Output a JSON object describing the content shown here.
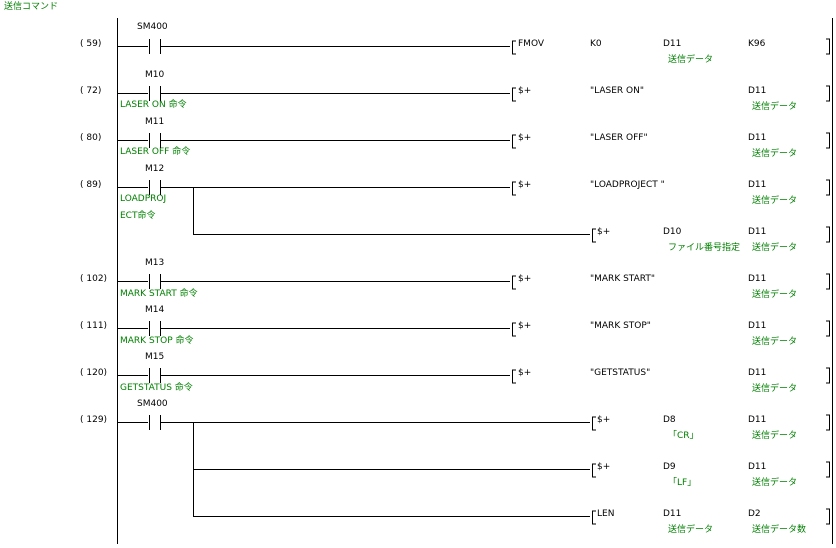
{
  "header": {
    "title": "送信コマンド"
  },
  "colors": {
    "comment": "#008000",
    "text": "#000000",
    "line": "#000000",
    "background": "#ffffff"
  },
  "rungs": [
    {
      "step": "(  59)",
      "contact": "SM400",
      "comment": "",
      "instructions": [
        {
          "op": "FMOV",
          "args": [
            {
              "v": "K0",
              "c": ""
            },
            {
              "v": "D11",
              "c": "送信データ"
            },
            {
              "v": "K96",
              "c": ""
            }
          ]
        }
      ]
    },
    {
      "step": "(  72)",
      "contact": "M10",
      "comment": "LASER ON 命令",
      "instructions": [
        {
          "op": "$+",
          "args": [
            {
              "v": "\"LASER ON\"",
              "c": ""
            },
            {
              "v": "D11",
              "c": "送信データ"
            }
          ]
        }
      ]
    },
    {
      "step": "(  80)",
      "contact": "M11",
      "comment": "LASER OFF 命令",
      "instructions": [
        {
          "op": "$+",
          "args": [
            {
              "v": "\"LASER OFF\"",
              "c": ""
            },
            {
              "v": "D11",
              "c": "送信データ"
            }
          ]
        }
      ]
    },
    {
      "step": "(  89)",
      "contact": "M12",
      "comment": "LOADPROJ",
      "comment2": "ECT命令",
      "instructions": [
        {
          "op": "$+",
          "args": [
            {
              "v": "\"LOADPROJECT \"",
              "c": ""
            },
            {
              "v": "D11",
              "c": "送信データ"
            }
          ]
        },
        {
          "op": "$+",
          "args": [
            {
              "v": "D10",
              "c": "ファイル番号指定"
            },
            {
              "v": "D11",
              "c": "送信データ"
            }
          ]
        }
      ]
    },
    {
      "step": "( 102)",
      "contact": "M13",
      "comment": "MARK START 命令",
      "instructions": [
        {
          "op": "$+",
          "args": [
            {
              "v": "\"MARK START\"",
              "c": ""
            },
            {
              "v": "D11",
              "c": "送信データ"
            }
          ]
        }
      ]
    },
    {
      "step": "( 111)",
      "contact": "M14",
      "comment": "MARK STOP 命令",
      "instructions": [
        {
          "op": "$+",
          "args": [
            {
              "v": "\"MARK STOP\"",
              "c": ""
            },
            {
              "v": "D11",
              "c": "送信データ"
            }
          ]
        }
      ]
    },
    {
      "step": "( 120)",
      "contact": "M15",
      "comment": "GETSTATUS 命令",
      "instructions": [
        {
          "op": "$+",
          "args": [
            {
              "v": "\"GETSTATUS\"",
              "c": ""
            },
            {
              "v": "D11",
              "c": "送信データ"
            }
          ]
        }
      ]
    },
    {
      "step": "( 129)",
      "contact": "SM400",
      "comment": "",
      "instructions": [
        {
          "op": "$+",
          "args": [
            {
              "v": "D8",
              "c": "「CR」"
            },
            {
              "v": "D11",
              "c": "送信データ"
            }
          ]
        },
        {
          "op": "$+",
          "args": [
            {
              "v": "D9",
              "c": "「LF」"
            },
            {
              "v": "D11",
              "c": "送信データ"
            }
          ]
        },
        {
          "op": "LEN",
          "args": [
            {
              "v": "D11",
              "c": "送信データ"
            },
            {
              "v": "D2",
              "c": "送信データ数"
            }
          ]
        }
      ]
    }
  ]
}
